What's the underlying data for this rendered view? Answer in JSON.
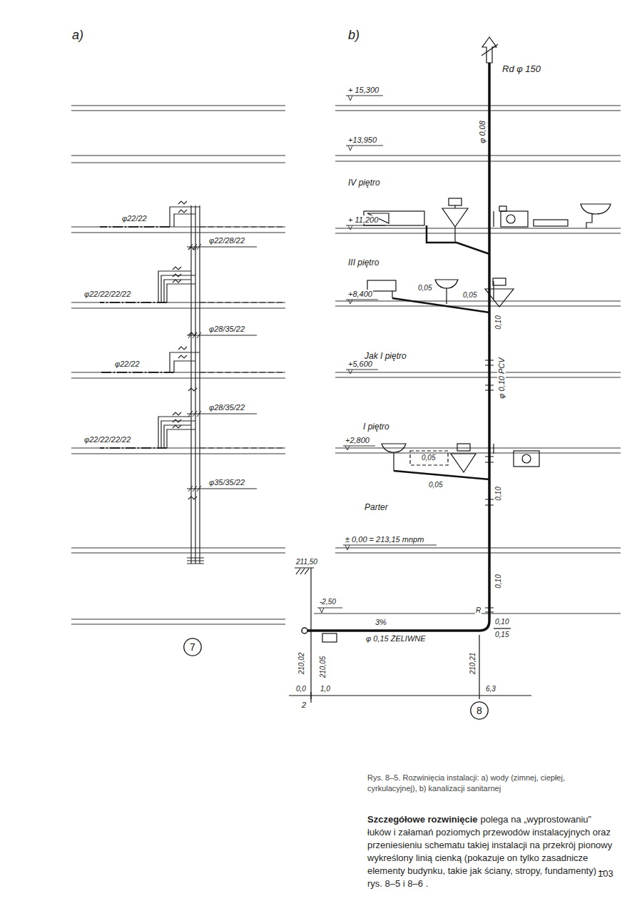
{
  "diagram": {
    "caption": "Rys. 8–5. Rozwinięcia instalacji: a) wody (zimnej, ciepłej, cyrkulacyjnej), b) kanalizacji sanitarnej",
    "nodes": [
      {
        "text": [
          "7"
        ]
      },
      {
        "text": [
          "8"
        ]
      }
    ],
    "labels": [
      "a)",
      "b)",
      "Rd φ 150",
      "+ 15,300",
      "+13,950",
      "IV piętro",
      "φ 0,08",
      "+ 11,200",
      "III piętro",
      "+8,400",
      "0,05",
      "0,05",
      "0,10",
      "Jak I piętro",
      "+5,600",
      "φ 0,10 PCV",
      "I piętro",
      "+2,800",
      "0,05",
      "0,05",
      "0,10",
      "Parter",
      "± 0,00 = 213,15 mnpm",
      "0,10",
      "211,50",
      "-2,50",
      "3%",
      "R",
      "φ 0,15 ŻELIWNE",
      "0,10",
      "0,15",
      "210,02",
      "210,05",
      "210,21",
      "0,0",
      "1,0",
      "6,3",
      "2",
      "φ22/22",
      "φ22/28/22",
      "φ22/22/22/22",
      "φ28/35/22",
      "φ22/22",
      "φ28/35/22",
      "φ22/22/22/22",
      "φ35/35/22",
      "Szczegółowe rozwinięcie",
      "polega na „wyprostowaniu” łuków i załamań poziomych przewodów instalacyjnych oraz przeniesieniu schematu takiej instalacji na przekrój pionowy wykreślony linią cienką (pokazuje on tylko zasadnicze elementy budynku, takie jak ściany, stropy, fundamenty) – rys. 8–5 i 8–6 .",
      "103"
    ]
  }
}
